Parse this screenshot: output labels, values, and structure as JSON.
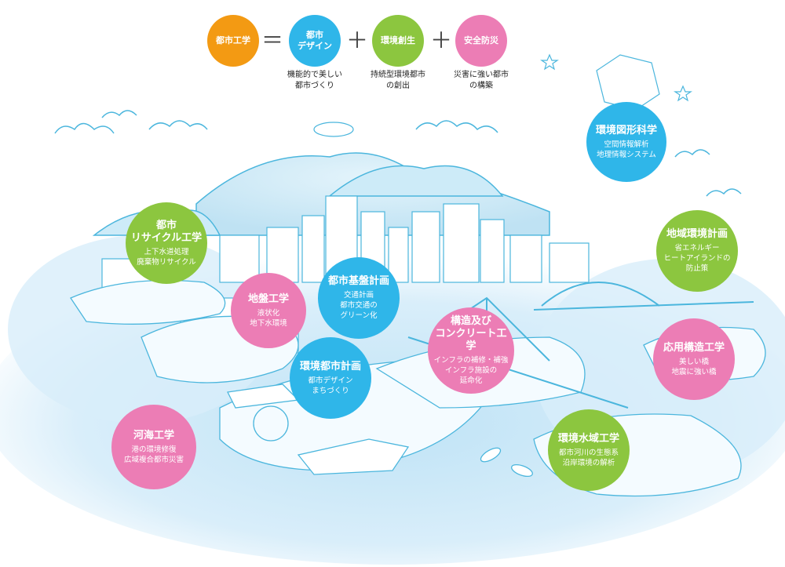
{
  "colors": {
    "orange": "#F39A13",
    "blue": "#2FB6E9",
    "green": "#8CC63F",
    "pink": "#EC7DB5",
    "line": "#4BB6DD",
    "water": "#CFEAF8"
  },
  "formula": {
    "lhs": "都市工学",
    "eq": "＝",
    "plus": "＋",
    "items": [
      {
        "label": "都市\nデザイン",
        "caption": "機能的で美しい\n都市づくり"
      },
      {
        "label": "環境創生",
        "caption": "持続型環境都市\nの創出"
      },
      {
        "label": "安全防災",
        "caption": "災害に強い都市\nの構築"
      }
    ]
  },
  "bubbles": {
    "kankyo_zukei": {
      "title": "環境図形科学",
      "sub": "空間情報解析\n地理情報システム"
    },
    "toshi_recycle": {
      "title": "都市\nリサイクル工学",
      "sub": "上下水道処理\n廃棄物リサイクル"
    },
    "chiiki_kankyo": {
      "title": "地域環境計画",
      "sub": "省エネルギー\nヒートアイランドの\n防止策"
    },
    "toshi_kiban": {
      "title": "都市基盤計画",
      "sub": "交通計画\n都市交通の\nグリーン化"
    },
    "jiban": {
      "title": "地盤工学",
      "sub": "液状化\n地下水環境"
    },
    "kozo": {
      "title": "構造及び\nコンクリート工学",
      "sub": "インフラの補修・補強\nインフラ施設の\n延命化"
    },
    "oyo_kozo": {
      "title": "応用構造工学",
      "sub": "美しい橋\n地震に強い橋"
    },
    "kankyo_toshi": {
      "title": "環境都市計画",
      "sub": "都市デザイン\nまちづくり"
    },
    "kakai": {
      "title": "河海工学",
      "sub": "港の環境修復\n広域複合都市災害"
    },
    "kankyo_suiiki": {
      "title": "環境水域工学",
      "sub": "都市河川の生態系\n沿岸環境の解析"
    }
  }
}
